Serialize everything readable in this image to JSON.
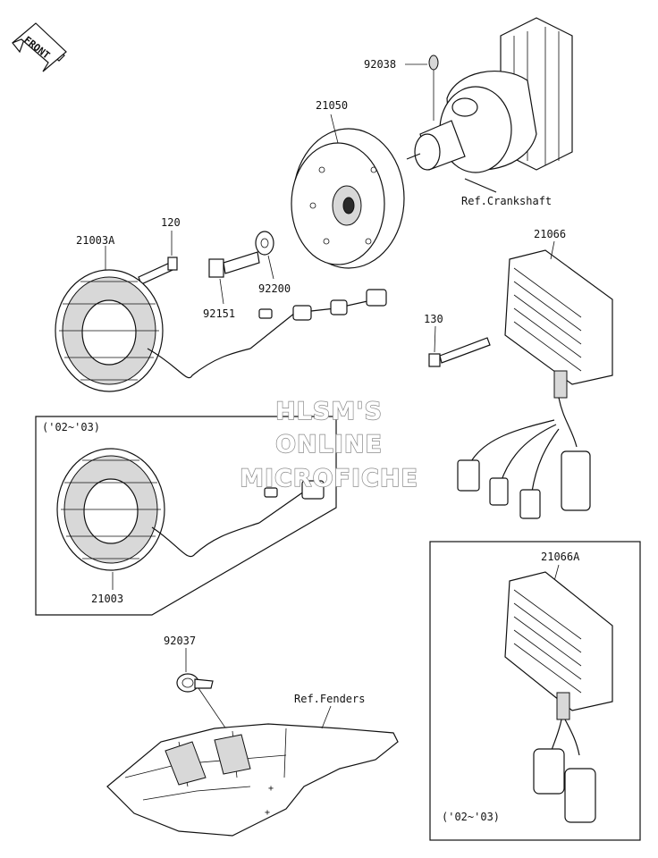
{
  "diagram": {
    "front_label": "FRONT",
    "parts": {
      "p92038": "92038",
      "p21050": "21050",
      "ref_crankshaft": "Ref.Crankshaft",
      "p120": "120",
      "p21003A": "21003A",
      "p92200": "92200",
      "p92151": "92151",
      "p21066": "21066",
      "p130": "130",
      "p21003": "21003",
      "p92037": "92037",
      "ref_fenders": "Ref.Fenders",
      "p21066A": "21066A"
    },
    "year_notes": {
      "stator_box": "('02~'03)",
      "regulator_box": "('02~'03)"
    },
    "watermark": {
      "line1": "HLSM'S",
      "line2": "ONLINE",
      "line3": "MICROFICHE"
    }
  }
}
